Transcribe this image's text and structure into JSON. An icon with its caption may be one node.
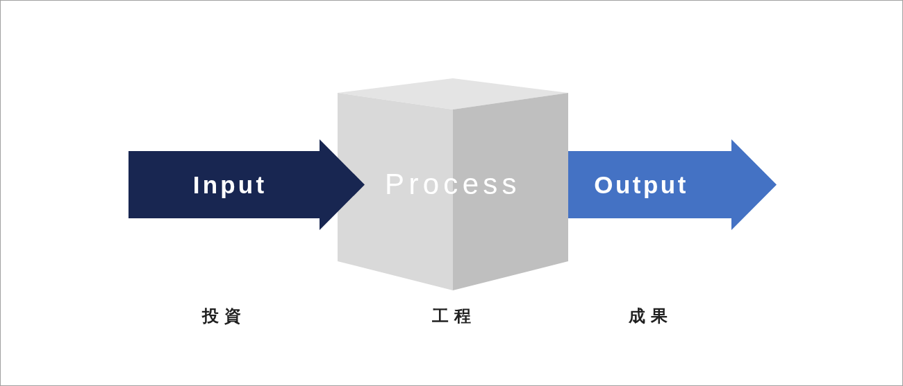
{
  "diagram": {
    "nodes": [
      {
        "text": [
          "Input"
        ]
      },
      {
        "text": [
          "Process"
        ]
      },
      {
        "text": [
          "Output"
        ]
      }
    ],
    "labels": [
      "投資",
      "工程",
      "成果"
    ]
  }
}
